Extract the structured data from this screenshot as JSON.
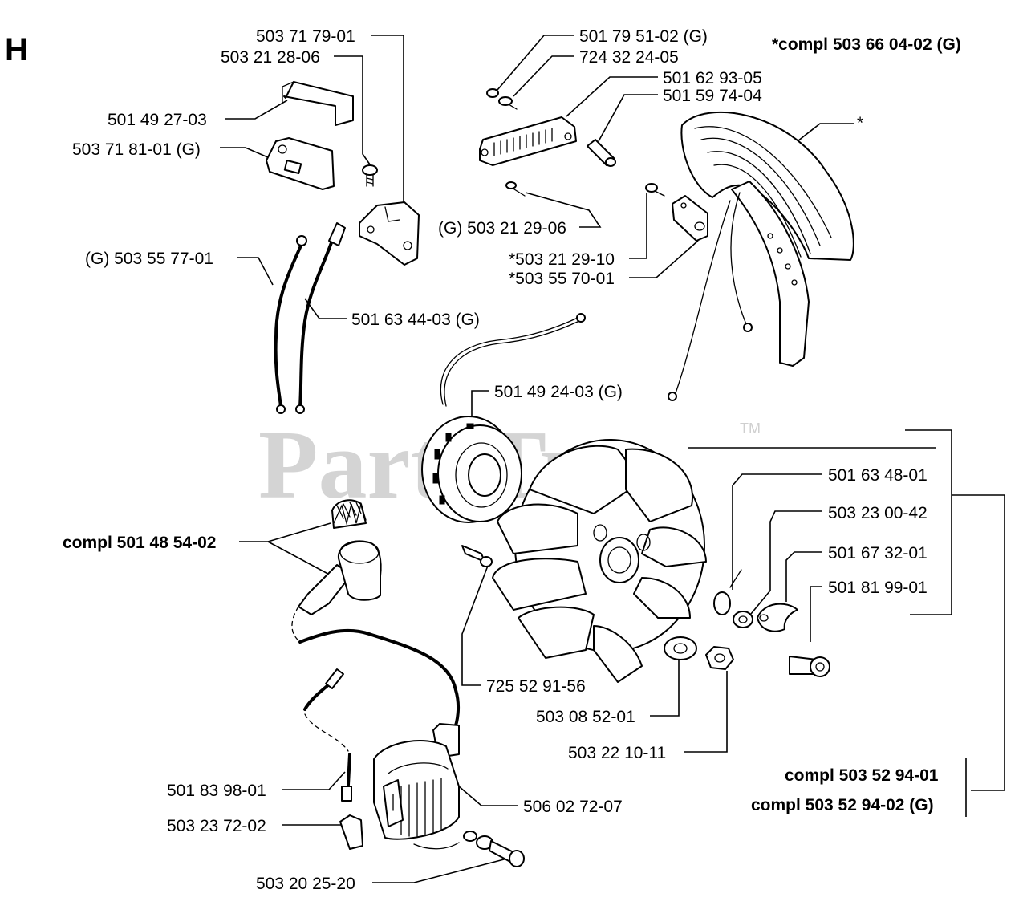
{
  "section": "H",
  "watermark": "PartsTree",
  "trademark": "TM",
  "labels": {
    "p503717901": "503 71 79-01",
    "p503212806": "503 21 28-06",
    "p501492703": "501 49 27-03",
    "p503718101": "503 71 81-01 (G)",
    "p503557701": "(G) 503 55 77-01",
    "p501634403": "501 63 44-03 (G)",
    "p501795102": "501 79 51-02 (G)",
    "p724322405": "724 32 24-05",
    "p501629305": "501 62 93-05",
    "p501597404": "501 59 74-04",
    "p503212906": "(G) 503 21 29-06",
    "p503212910": "*503 21 29-10",
    "p503557001": "*503 55 70-01",
    "compl503660402": "*compl 503 66 04-02 (G)",
    "star": "*",
    "p501492403": "501 49 24-03 (G)",
    "p501634801": "501 63 48-01",
    "p503230042": "503 23 00-42",
    "p501673201": "501 67 32-01",
    "p501819901": "501 81 99-01",
    "compl501485402": "compl 501 48 54-02",
    "p725529156": "725 52 91-56",
    "p503085201": "503 08 52-01",
    "p503221011": "503 22 10-11",
    "compl503529401": "compl 503 52 94-01",
    "compl503529402": "compl 503 52 94-02 (G)",
    "p501839801": "501 83 98-01",
    "p503237202": "503 23 72-02",
    "p506027207": "506 02 72-07",
    "p503202520": "503 20 25-20"
  }
}
